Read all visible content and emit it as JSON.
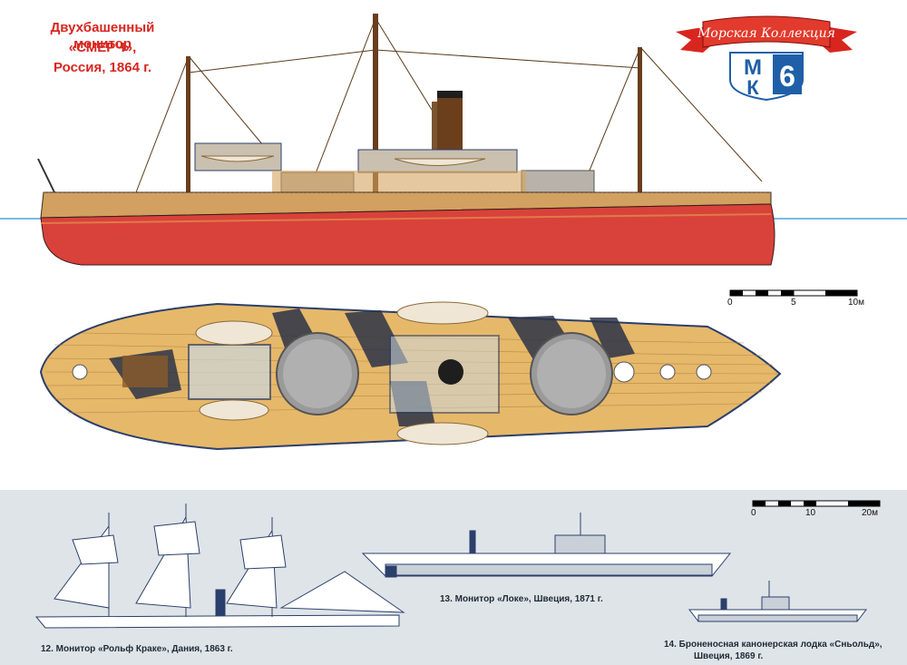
{
  "title": {
    "line1": "Двухбашенный монитор",
    "line2": "«СМЕРЧ»,",
    "line3": "Россия,  1864  г."
  },
  "logo": {
    "ribbon_text": "Морская Коллекция",
    "letter_m": "М",
    "letter_k": "К",
    "issue_number": "6",
    "colors": {
      "ribbon": "#d8261f",
      "shield": "#1f5fa8"
    }
  },
  "main_scale": {
    "labels": [
      "0",
      "5",
      "10м"
    ]
  },
  "secondary_scale": {
    "labels": [
      "0",
      "10",
      "20м"
    ]
  },
  "captions": {
    "ship12": "12. Монитор «Рольф Краке», Дания, 1863 г.",
    "ship13": "13. Монитор «Локе», Швеция, 1871 г.",
    "ship14_line1": "14. Броненосная канонерская лодка «Сньольд»,",
    "ship14_line2": "Швеция, 1869 г."
  },
  "colors": {
    "hull_red": "#d8423a",
    "hull_band": "#c98a4d",
    "deck_wood": "#e6b86a",
    "turret_gray": "#9a9a9a",
    "bottom_panel_bg": "#dfe4e8",
    "outline_blue": "#2b3f6b"
  }
}
